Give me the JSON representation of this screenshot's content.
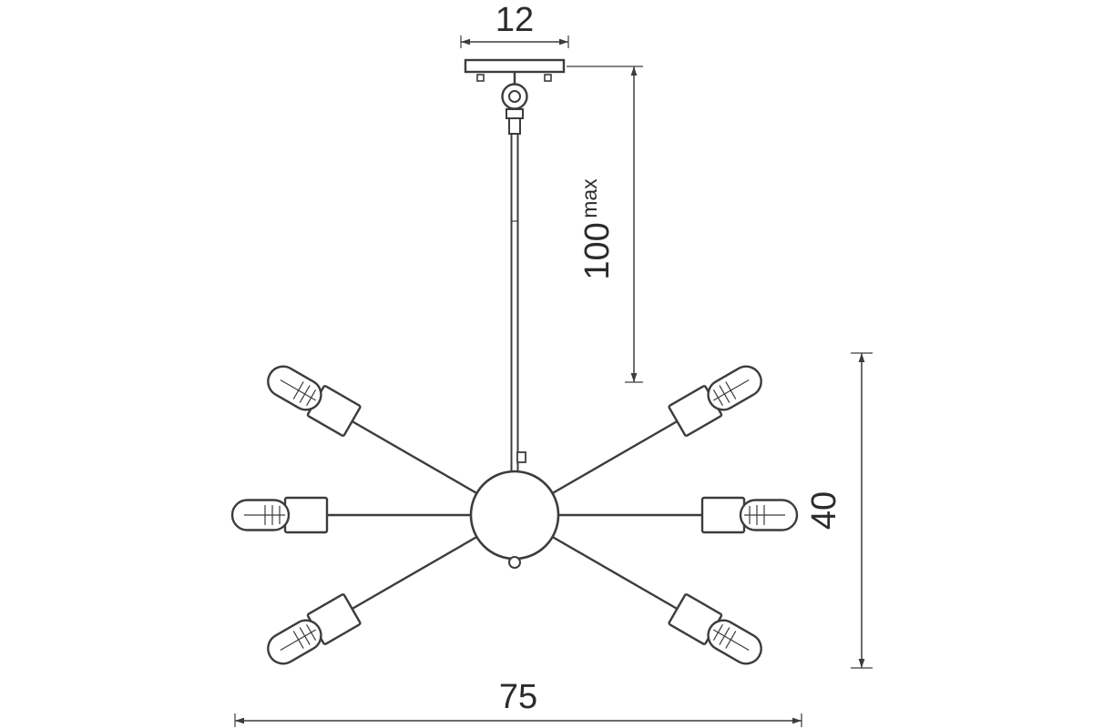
{
  "diagram": {
    "subject": "6-arm sputnik chandelier pendant — technical dimension drawing",
    "dimensions": {
      "canopy_width": {
        "label": "12"
      },
      "max_drop": {
        "value": "100",
        "suffix": "max"
      },
      "fixture_height": {
        "label": "40"
      },
      "fixture_width": {
        "label": "75"
      }
    },
    "colors": {
      "line": "#3c3c3c",
      "text": "#2b2b2b",
      "background": "#ffffff"
    }
  }
}
